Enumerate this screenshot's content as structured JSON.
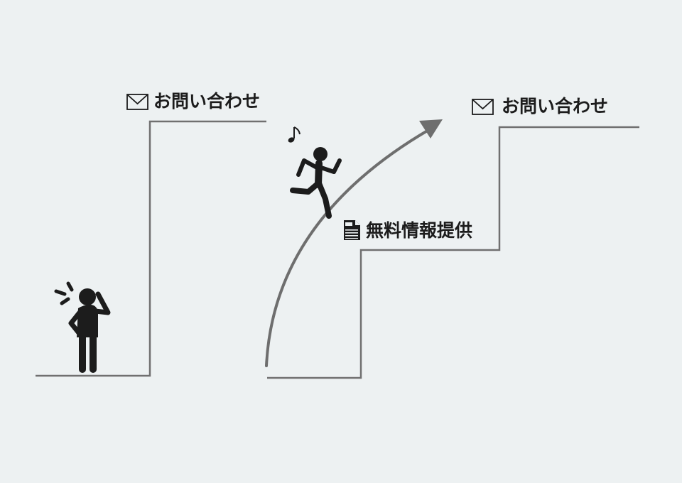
{
  "labels": {
    "contact_left": "お問い合わせ",
    "contact_right": "お問い合わせ",
    "free_info": "無料情報提供"
  },
  "icons": {
    "contact_left": "envelope-icon",
    "contact_right": "envelope-icon",
    "free_info": "pdf-document-icon",
    "music_note": "music-note-icon",
    "confused_person": "person-scratching-head-icon",
    "running_person": "person-running-icon",
    "arrow": "curved-arrow-icon"
  },
  "colors": {
    "background": "#edf1f2",
    "line": "#707070",
    "arrow": "#6e6e6e",
    "figure": "#1c1c1c"
  }
}
